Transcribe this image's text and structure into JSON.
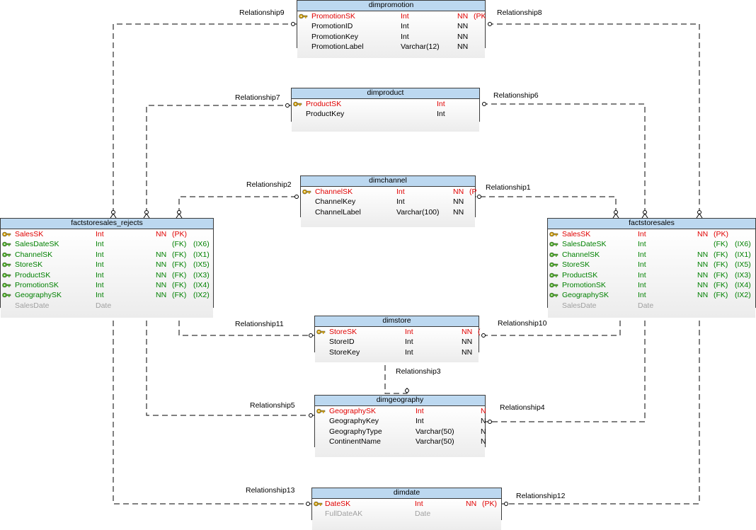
{
  "colors": {
    "header_fill": "#bcd8f0",
    "primary_key_text": "#e00000",
    "foreign_key_text": "#008000",
    "muted_text": "#a0a0a0",
    "pk_key_icon": "#d4a000",
    "fk_key_icon": "#48b020"
  },
  "icons": {
    "primary_key": "pk-key-icon",
    "foreign_key": "fk-key-icon"
  },
  "relationships": [
    {
      "label": "Relationship9"
    },
    {
      "label": "Relationship8"
    },
    {
      "label": "Relationship7"
    },
    {
      "label": "Relationship6"
    },
    {
      "label": "Relationship2"
    },
    {
      "label": "Relationship1"
    },
    {
      "label": "Relationship11"
    },
    {
      "label": "Relationship10"
    },
    {
      "label": "Relationship3"
    },
    {
      "label": "Relationship5"
    },
    {
      "label": "Relationship4"
    },
    {
      "label": "Relationship13"
    },
    {
      "label": "Relationship12"
    }
  ],
  "tables": [
    {
      "name": "dimpromotion",
      "columns": [
        {
          "name": "PromotionSK",
          "type": "Int",
          "nn": "NN",
          "key": "(PK",
          "index": "",
          "kind": "pk"
        },
        {
          "name": "PromotionID",
          "type": "Int",
          "nn": "NN",
          "key": "",
          "index": "",
          "kind": "plain"
        },
        {
          "name": "PromotionKey",
          "type": "Int",
          "nn": "NN",
          "key": "",
          "index": "",
          "kind": "plain"
        },
        {
          "name": "PromotionLabel",
          "type": "Varchar(12)",
          "nn": "NN",
          "key": "",
          "index": "",
          "kind": "plain"
        }
      ]
    },
    {
      "name": "dimproduct",
      "columns": [
        {
          "name": "ProductSK",
          "type": "Int",
          "nn": "",
          "key": "",
          "index": "",
          "kind": "pk"
        },
        {
          "name": "ProductKey",
          "type": "Int",
          "nn": "",
          "key": "",
          "index": "",
          "kind": "plain"
        }
      ]
    },
    {
      "name": "dimchannel",
      "columns": [
        {
          "name": "ChannelSK",
          "type": "Int",
          "nn": "NN",
          "key": "(P",
          "index": "",
          "kind": "pk"
        },
        {
          "name": "ChannelKey",
          "type": "Int",
          "nn": "NN",
          "key": "",
          "index": "",
          "kind": "plain"
        },
        {
          "name": "ChannelLabel",
          "type": "Varchar(100)",
          "nn": "NN",
          "key": "",
          "index": "",
          "kind": "plain"
        }
      ]
    },
    {
      "name": "factstoresales_rejects",
      "columns": [
        {
          "name": "SalesSK",
          "type": "Int",
          "nn": "NN",
          "key": "(PK)",
          "index": "",
          "kind": "pk"
        },
        {
          "name": "SalesDateSK",
          "type": "Int",
          "nn": "",
          "key": "(FK)",
          "index": "(IX6)",
          "kind": "fk"
        },
        {
          "name": "ChannelSK",
          "type": "Int",
          "nn": "NN",
          "key": "(FK)",
          "index": "(IX1)",
          "kind": "fk"
        },
        {
          "name": "StoreSK",
          "type": "Int",
          "nn": "NN",
          "key": "(FK)",
          "index": "(IX5)",
          "kind": "fk"
        },
        {
          "name": "ProductSK",
          "type": "Int",
          "nn": "NN",
          "key": "(FK)",
          "index": "(IX3)",
          "kind": "fk"
        },
        {
          "name": "PromotionSK",
          "type": "Int",
          "nn": "NN",
          "key": "(FK)",
          "index": "(IX4)",
          "kind": "fk"
        },
        {
          "name": "GeographySK",
          "type": "Int",
          "nn": "NN",
          "key": "(FK)",
          "index": "(IX2)",
          "kind": "fk"
        },
        {
          "name": "SalesDate",
          "type": "Date",
          "nn": "",
          "key": "",
          "index": "",
          "kind": "muted"
        }
      ]
    },
    {
      "name": "factstoresales",
      "columns": [
        {
          "name": "SalesSK",
          "type": "Int",
          "nn": "NN",
          "key": "(PK)",
          "index": "",
          "kind": "pk"
        },
        {
          "name": "SalesDateSK",
          "type": "Int",
          "nn": "",
          "key": "(FK)",
          "index": "(IX6)",
          "kind": "fk"
        },
        {
          "name": "ChannelSK",
          "type": "Int",
          "nn": "NN",
          "key": "(FK)",
          "index": "(IX1)",
          "kind": "fk"
        },
        {
          "name": "StoreSK",
          "type": "Int",
          "nn": "NN",
          "key": "(FK)",
          "index": "(IX5)",
          "kind": "fk"
        },
        {
          "name": "ProductSK",
          "type": "Int",
          "nn": "NN",
          "key": "(FK)",
          "index": "(IX3)",
          "kind": "fk"
        },
        {
          "name": "PromotionSK",
          "type": "Int",
          "nn": "NN",
          "key": "(FK)",
          "index": "(IX4)",
          "kind": "fk"
        },
        {
          "name": "GeographySK",
          "type": "Int",
          "nn": "NN",
          "key": "(FK)",
          "index": "(IX2)",
          "kind": "fk"
        },
        {
          "name": "SalesDate",
          "type": "Date",
          "nn": "",
          "key": "",
          "index": "",
          "kind": "muted"
        }
      ]
    },
    {
      "name": "dimstore",
      "columns": [
        {
          "name": "StoreSK",
          "type": "Int",
          "nn": "NN",
          "key": "(",
          "index": "",
          "kind": "pk"
        },
        {
          "name": "StoreID",
          "type": "Int",
          "nn": "NN",
          "key": "",
          "index": "",
          "kind": "plain"
        },
        {
          "name": "StoreKey",
          "type": "Int",
          "nn": "NN",
          "key": "",
          "index": "",
          "kind": "plain"
        }
      ]
    },
    {
      "name": "dimgeography",
      "columns": [
        {
          "name": "GeographySK",
          "type": "Int",
          "nn": "N",
          "key": "",
          "index": "",
          "kind": "pk"
        },
        {
          "name": "GeographyKey",
          "type": "Int",
          "nn": "N",
          "key": "",
          "index": "",
          "kind": "plain"
        },
        {
          "name": "GeographyType",
          "type": "Varchar(50)",
          "nn": "N",
          "key": "",
          "index": "",
          "kind": "plain"
        },
        {
          "name": "ContinentName",
          "type": "Varchar(50)",
          "nn": "N",
          "key": "",
          "index": "",
          "kind": "plain"
        }
      ]
    },
    {
      "name": "dimdate",
      "columns": [
        {
          "name": "DateSK",
          "type": "Int",
          "nn": "NN",
          "key": "(PK)",
          "index": "",
          "kind": "pk"
        },
        {
          "name": "FullDateAK",
          "type": "Date",
          "nn": "",
          "key": "",
          "index": "",
          "kind": "muted"
        }
      ]
    }
  ]
}
